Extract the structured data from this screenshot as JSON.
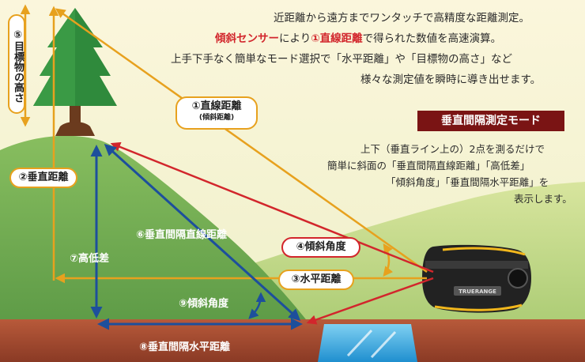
{
  "intro": {
    "line1": "近距離から遠方までワンタッチで高精度な距離測定。",
    "line2_highlight1": "傾斜センサー",
    "line2_mid": "により",
    "line2_highlight2": "①直線距離",
    "line2_end": "で得られた数値を高速演算。",
    "line3": "上手下手なく簡単なモード選択で「水平距離」や「目標物の高さ」など",
    "line4": "様々な測定値を瞬時に導き出せます。"
  },
  "mode": {
    "title": "垂直間隔測定モード",
    "desc1": "上下（垂直ライン上の）2点を測るだけで",
    "desc2": "簡単に斜面の「垂直間隔直線距離」「高低差」",
    "desc3": "「傾斜角度」「垂直間隔水平距離」を",
    "desc4": "表示します。"
  },
  "labels": {
    "straight_distance": "①直線距離",
    "straight_distance_sub": "(傾斜距離)",
    "vertical_distance": "②垂直距離",
    "horizontal_distance": "③水平距離",
    "tilt_angle": "④傾斜角度",
    "target_height": "⑤目標物の高さ",
    "vertical_interval_straight": "⑥垂直間隔直線距離",
    "elevation_diff": "⑦高低差",
    "vertical_interval_horizontal": "⑧垂直間隔水平距離",
    "vi_tilt_angle": "⑨傾斜角度"
  },
  "device": {
    "brand_text": "TRUERANGE"
  },
  "colors": {
    "orange": "#e7a11e",
    "red": "#d2262c",
    "blue": "#1d4f9c",
    "hill": "#7fb45d",
    "ground": "#a34a2f",
    "water": "#2f9fd6",
    "title_bg": "#7a1414"
  }
}
